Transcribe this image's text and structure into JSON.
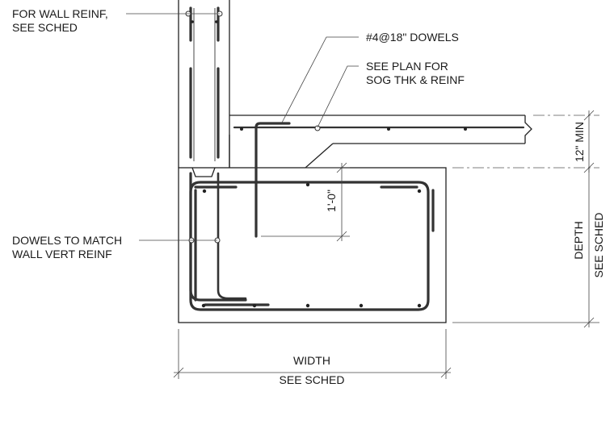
{
  "notes": {
    "wall_reinf": [
      "FOR WALL REINF,",
      "SEE SCHED"
    ],
    "dowels": [
      "#4@18\" DOWELS"
    ],
    "sog": [
      "SEE PLAN FOR",
      "SOG THK & REINF"
    ],
    "dowels_match": [
      "DOWELS TO MATCH",
      "WALL VERT REINF"
    ]
  },
  "dimensions": {
    "width_label": "WIDTH",
    "width_sched": "SEE SCHED",
    "depth_label": "DEPTH",
    "depth_sched": "SEE SCHED",
    "min_label": "12\" MIN",
    "embed_label": "1'-0\""
  }
}
